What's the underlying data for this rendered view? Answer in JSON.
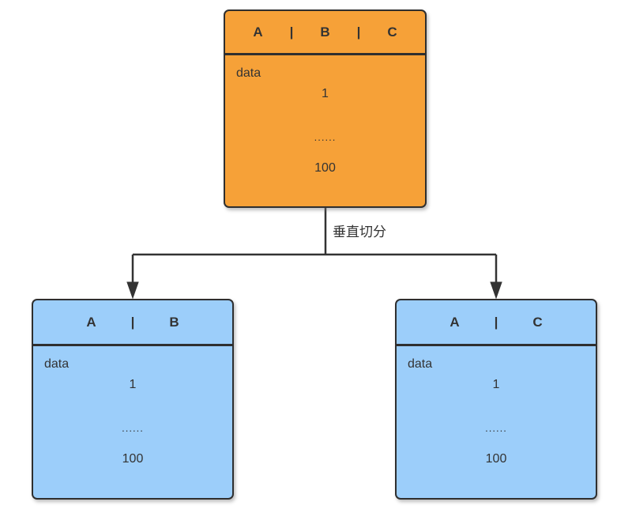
{
  "label": {
    "split": "垂直切分"
  },
  "colors": {
    "main_fill": "#f6a138",
    "shard_fill": "#9ccefa",
    "border": "#2f2f2f",
    "text": "#333333",
    "line": "#333333"
  },
  "tables": [
    {
      "id": "main-table",
      "header": [
        "A",
        "|",
        "B",
        "|",
        "C"
      ],
      "body": {
        "label": "data",
        "rows": [
          "1",
          "......",
          "100"
        ]
      }
    },
    {
      "id": "shard-left",
      "header": [
        "A",
        "|",
        "B"
      ],
      "body": {
        "label": "data",
        "rows": [
          "1",
          "......",
          "100"
        ]
      }
    },
    {
      "id": "shard-right",
      "header": [
        "A",
        "|",
        "C"
      ],
      "body": {
        "label": "data",
        "rows": [
          "1",
          "......",
          "100"
        ]
      }
    }
  ]
}
